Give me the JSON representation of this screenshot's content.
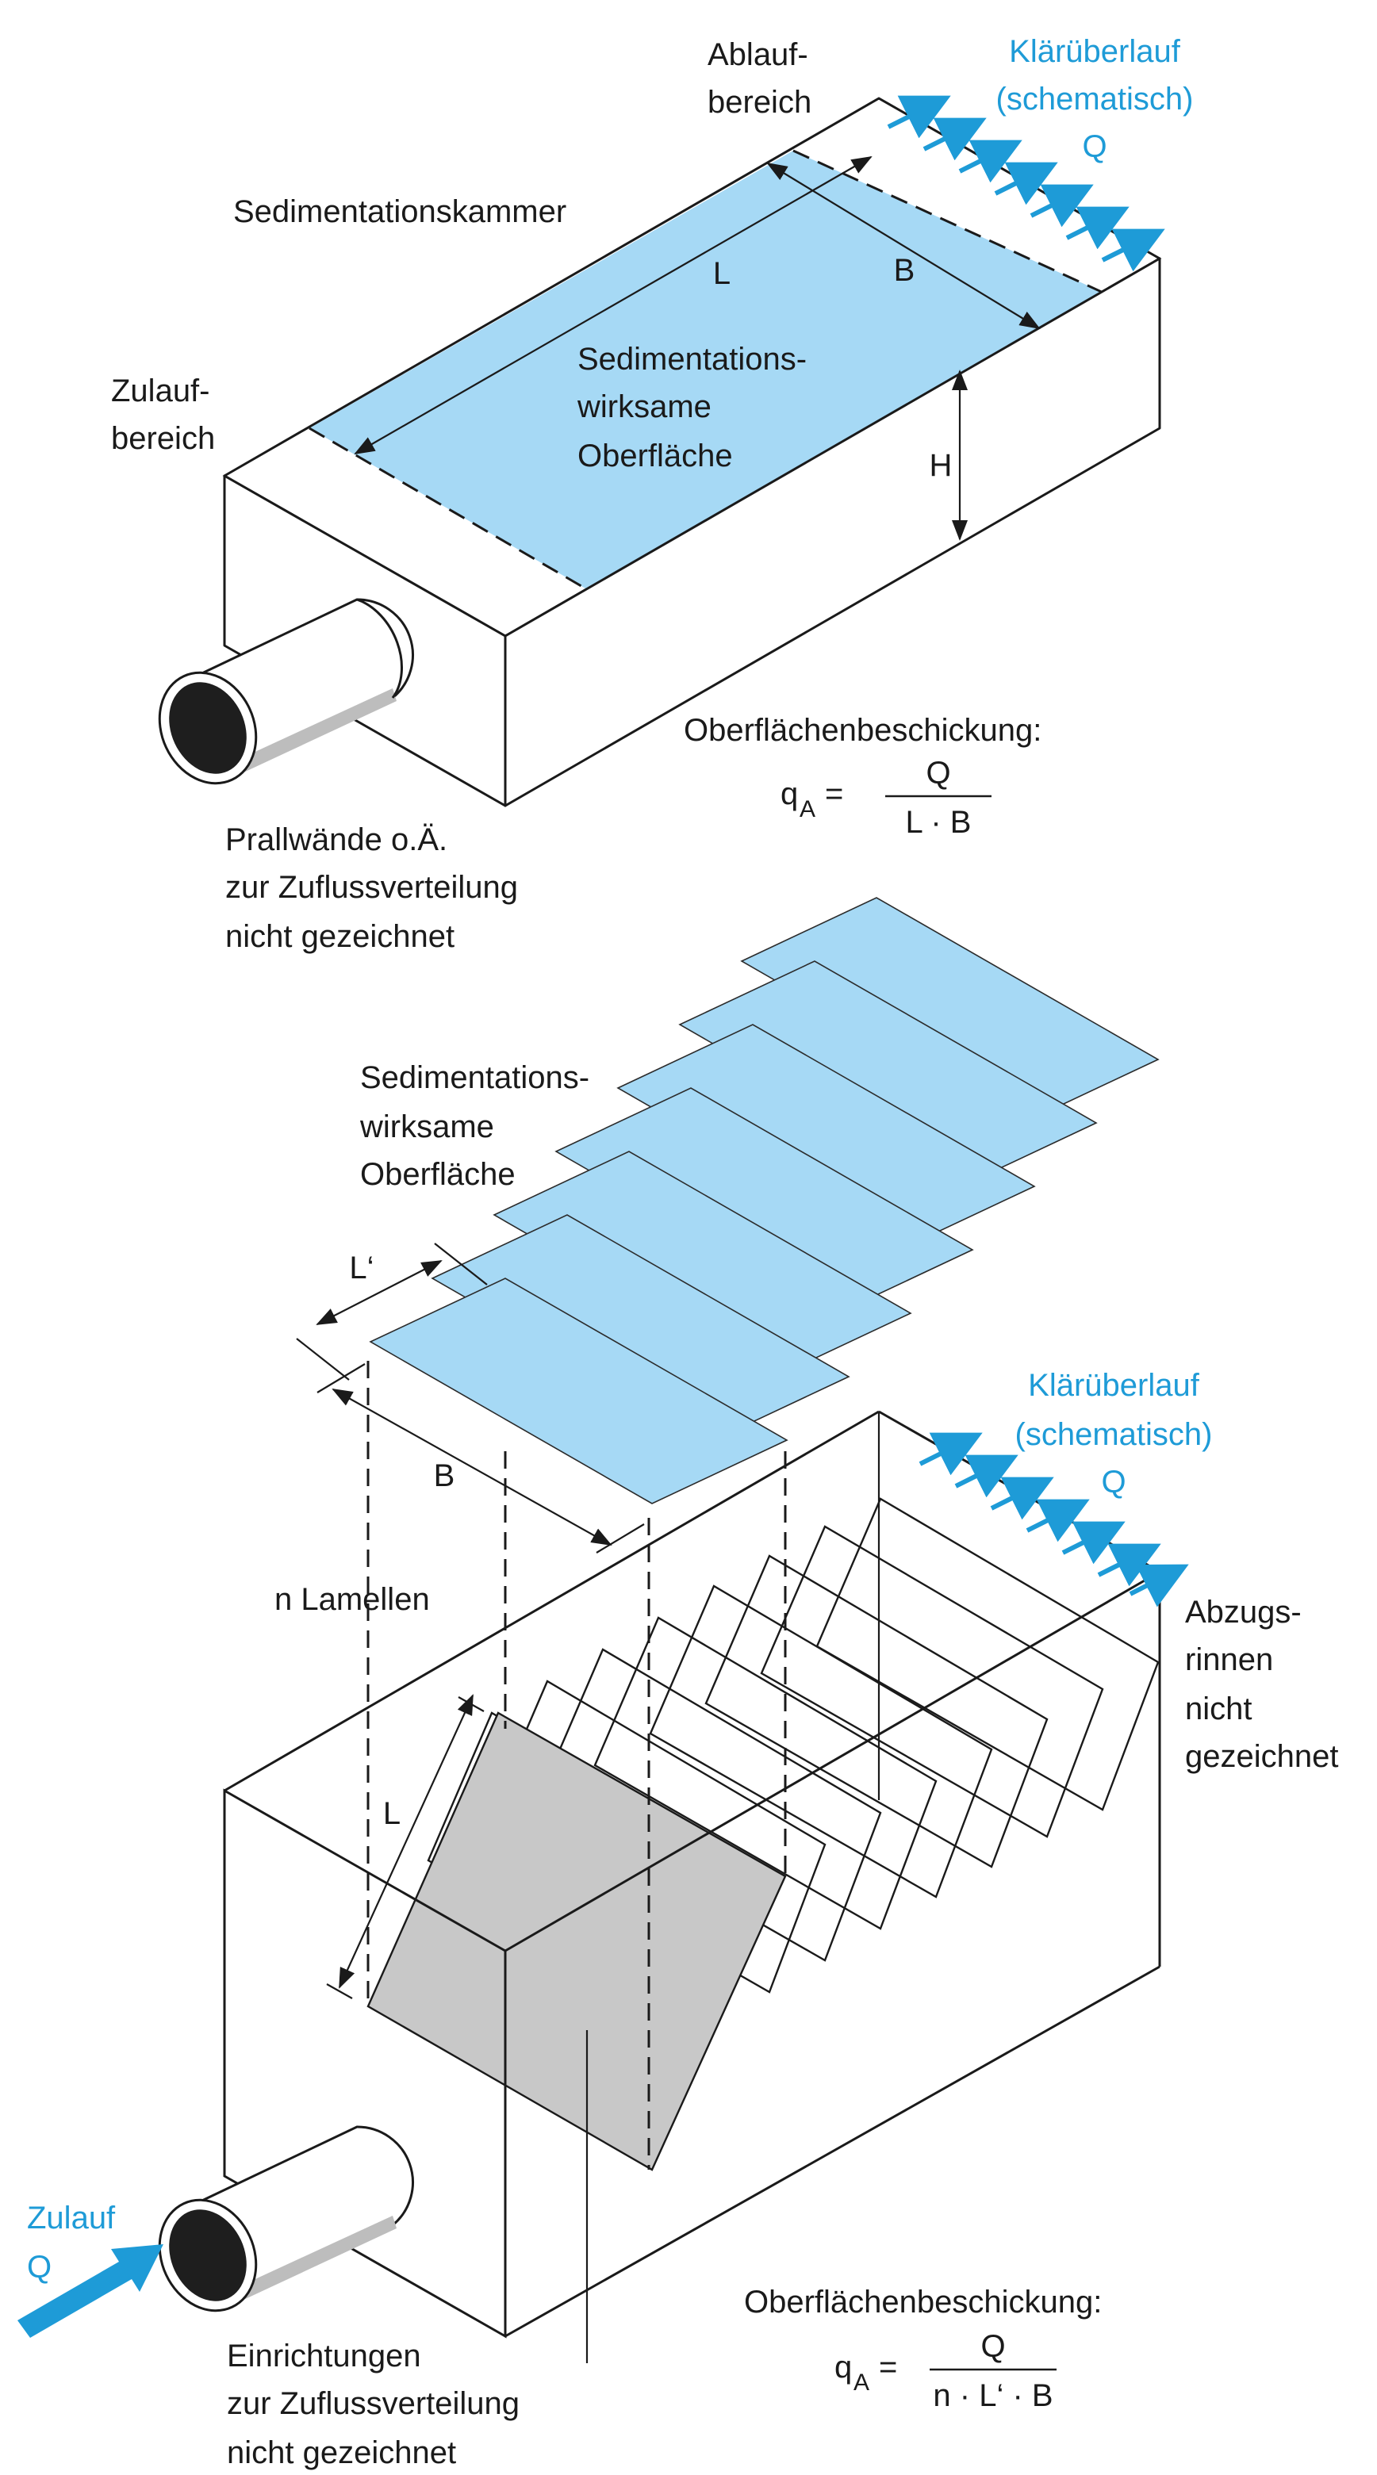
{
  "top_diagram": {
    "label_outflow_area": [
      "Ablauf-",
      "bereich"
    ],
    "label_clear_overflow": [
      "Klärüberlauf",
      "(schematisch)",
      "Q"
    ],
    "label_chamber": "Sedimentationskammer",
    "label_inflow_area": [
      "Zulauf-",
      "bereich"
    ],
    "label_effective_surface": [
      "Sedimentations-",
      "wirksame",
      "Oberfläche"
    ],
    "dim_L": "L",
    "dim_B": "B",
    "dim_H": "H",
    "formula_title": "Oberflächenbeschickung:",
    "formula_lhs": "q",
    "formula_sub": "A",
    "formula_eq": "=",
    "formula_num": "Q",
    "formula_den": "L · B",
    "note_baffles": [
      "Prallwände o.Ä.",
      "zur Zuflussverteilung",
      "nicht gezeichnet"
    ]
  },
  "bottom_diagram": {
    "label_effective_surface": [
      "Sedimentations-",
      "wirksame",
      "Oberfläche"
    ],
    "dim_Lprime": "L‘",
    "dim_B": "B",
    "dim_L": "L",
    "label_n_lamellae": "n Lamellen",
    "label_clear_overflow": [
      "Klärüberlauf",
      "(schematisch)",
      "Q"
    ],
    "label_channels": [
      "Abzugs-",
      "rinnen",
      "nicht",
      "gezeichnet"
    ],
    "label_inflow": [
      "Zulauf",
      "Q"
    ],
    "formula_title": "Oberflächenbeschickung:",
    "formula_lhs": "q",
    "formula_sub": "A",
    "formula_eq": "=",
    "formula_num": "Q",
    "formula_den": "n · L‘ · B",
    "note_devices": [
      "Einrichtungen",
      "zur Zuflussverteilung",
      "nicht gezeichnet"
    ]
  },
  "colors": {
    "accent_blue": "#1e9bd7",
    "surface_blue": "#a6d9f5",
    "lamella_gray": "#c8c8c8",
    "line": "#1a1a1a"
  }
}
